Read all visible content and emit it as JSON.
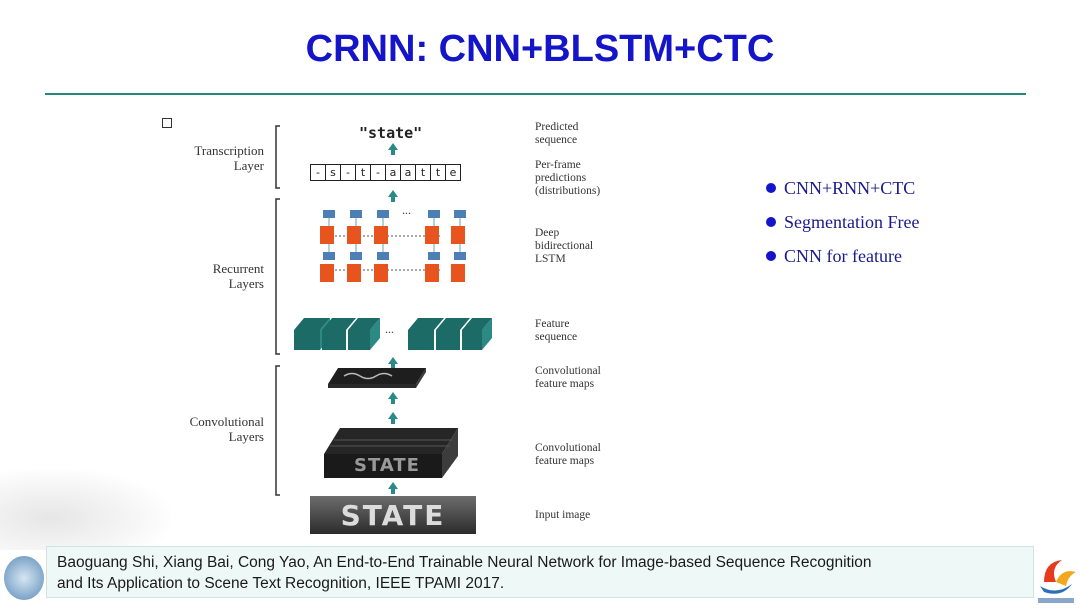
{
  "slide": {
    "title": "CRNN: CNN+BLSTM+CTC"
  },
  "diagram": {
    "layers": [
      {
        "line1": "Transcription",
        "line2": "Layer"
      },
      {
        "line1": "Recurrent",
        "line2": "Layers"
      },
      {
        "line1": "Convolutional",
        "line2": "Layers"
      }
    ],
    "predicted_text": "\"state\"",
    "frames": [
      "-",
      "s",
      "-",
      "t",
      "-",
      "a",
      "a",
      "t",
      "t",
      "e"
    ],
    "ellipsis": "...",
    "input_image_text": "STATE",
    "feature_map_text": "STATE",
    "descriptions": [
      {
        "line1": "Predicted",
        "line2": "sequence"
      },
      {
        "line1": "Per-frame",
        "line2": "predictions",
        "line3": "(distributions)"
      },
      {
        "line1": "Deep",
        "line2": "bidirectional",
        "line3": "LSTM"
      },
      {
        "line1": "Feature",
        "line2": "sequence"
      },
      {
        "line1": "Convolutional",
        "line2": "feature maps"
      },
      {
        "line1": "Convolutional",
        "line2": "feature maps"
      },
      {
        "line1": "Input image"
      }
    ],
    "colors": {
      "arrow": "#2a8a8a",
      "lstm_cell": "#e8541e",
      "lstm_top": "#4b7fb5",
      "feature_block": "#1d6b66"
    }
  },
  "bullets": [
    "CNN+RNN+CTC",
    "Segmentation Free",
    "CNN for feature"
  ],
  "citation": {
    "line1": "Baoguang Shi, Xiang Bai,  Cong Yao, An End-to-End Trainable Neural Network for Image-based Sequence Recognition",
    "line2": "and Its Application to Scene Text Recognition, IEEE TPAMI 2017."
  },
  "logos": {
    "left": "university-seal",
    "right": "lab-logo"
  }
}
